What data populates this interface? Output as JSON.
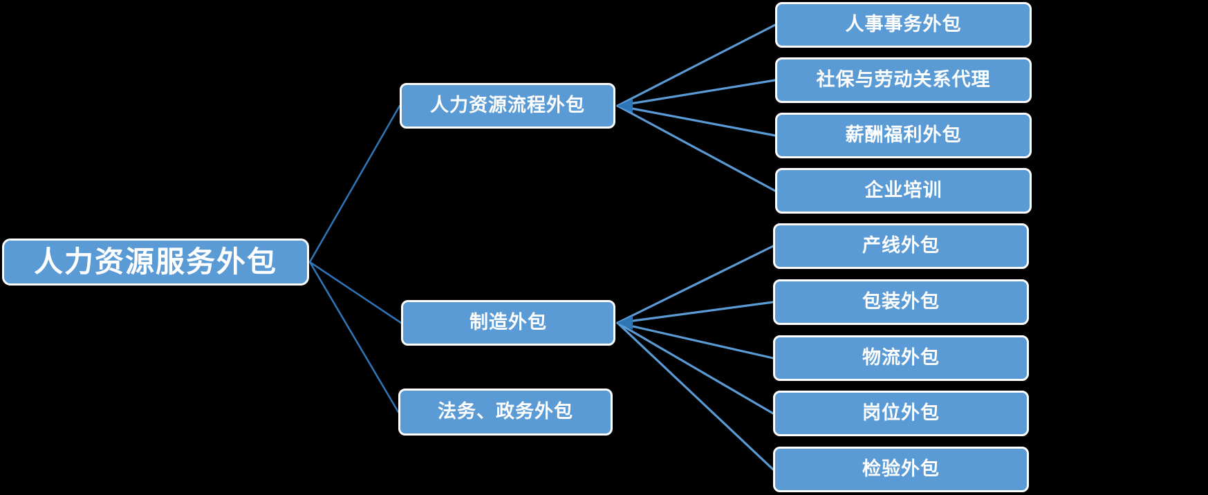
{
  "diagram": {
    "title": "人力资源服务外包",
    "type": "tree-mindmap",
    "colors": {
      "node_fill": "#5B9BD5",
      "node_border": "#FFFFFF",
      "node_text": "#FFFFFF",
      "edge": "#2E75B6",
      "background": "#000000"
    },
    "root": {
      "label": "人力资源服务外包"
    },
    "branches": [
      {
        "label": "人力资源流程外包",
        "children": [
          {
            "label": "人事事务外包"
          },
          {
            "label": "社保与劳动关系代理"
          },
          {
            "label": "薪酬福利外包"
          },
          {
            "label": "企业培训"
          }
        ]
      },
      {
        "label": "制造外包",
        "children": [
          {
            "label": "产线外包"
          },
          {
            "label": "包装外包"
          },
          {
            "label": "物流外包"
          },
          {
            "label": "岗位外包"
          },
          {
            "label": "检验外包"
          }
        ]
      },
      {
        "label": "法务、政务外包",
        "children": []
      }
    ]
  }
}
